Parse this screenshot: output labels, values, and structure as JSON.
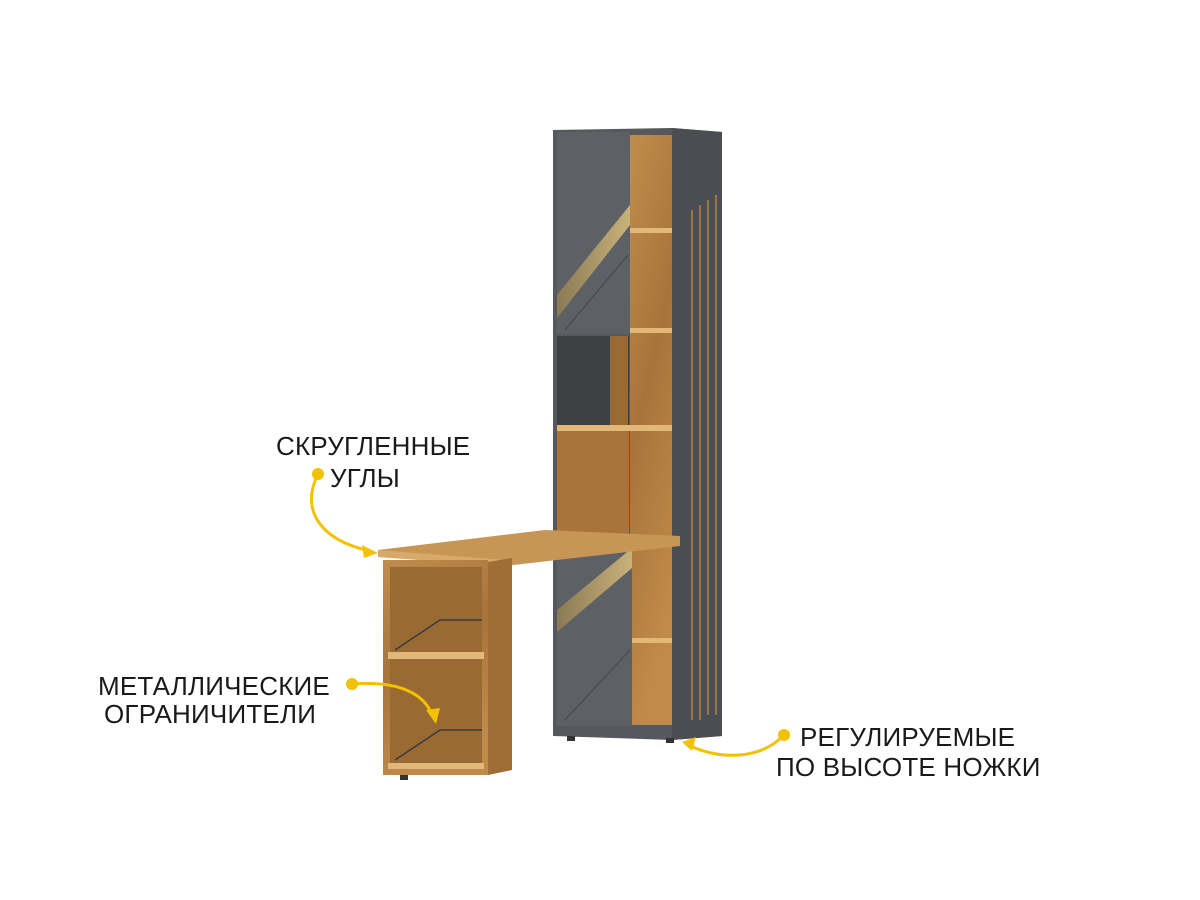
{
  "colors": {
    "accent": "#f2c200",
    "cabinet": "#55585c",
    "wood": "#b98545",
    "text": "#1a1a1a"
  },
  "callouts": [
    {
      "line1": "СКРУГЛЕННЫЕ",
      "line2": "УГЛЫ"
    },
    {
      "line1": "МЕТАЛЛИЧЕСКИЕ",
      "line2": "ОГРАНИЧИТЕЛИ"
    },
    {
      "line1": "РЕГУЛИРУЕМЫЕ",
      "line2": "ПО ВЫСОТЕ НОЖКИ"
    }
  ]
}
